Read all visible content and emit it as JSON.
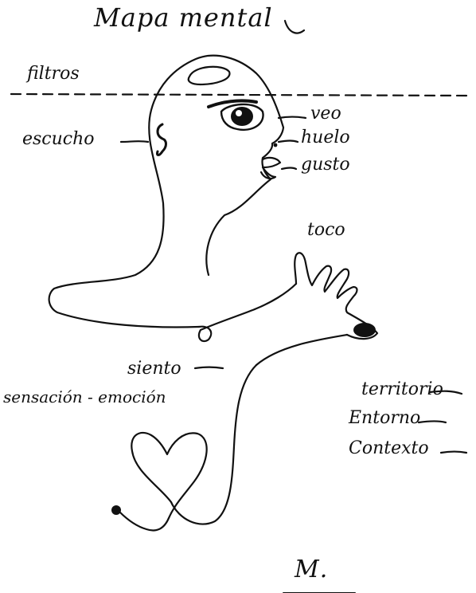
{
  "title": "Mapa mental",
  "labels": {
    "filters": "filtros",
    "hear": "escucho",
    "see": "veo",
    "smell": "huelo",
    "taste": "gusto",
    "touch": "toco",
    "feel": "siento",
    "sensation_emotion": "sensación - emoción",
    "territory": "territorio",
    "surroundings": "Entorno",
    "context": "Contexto"
  },
  "signature": "M.",
  "colors": {
    "ink": "#111111",
    "paper": "#ffffff"
  }
}
